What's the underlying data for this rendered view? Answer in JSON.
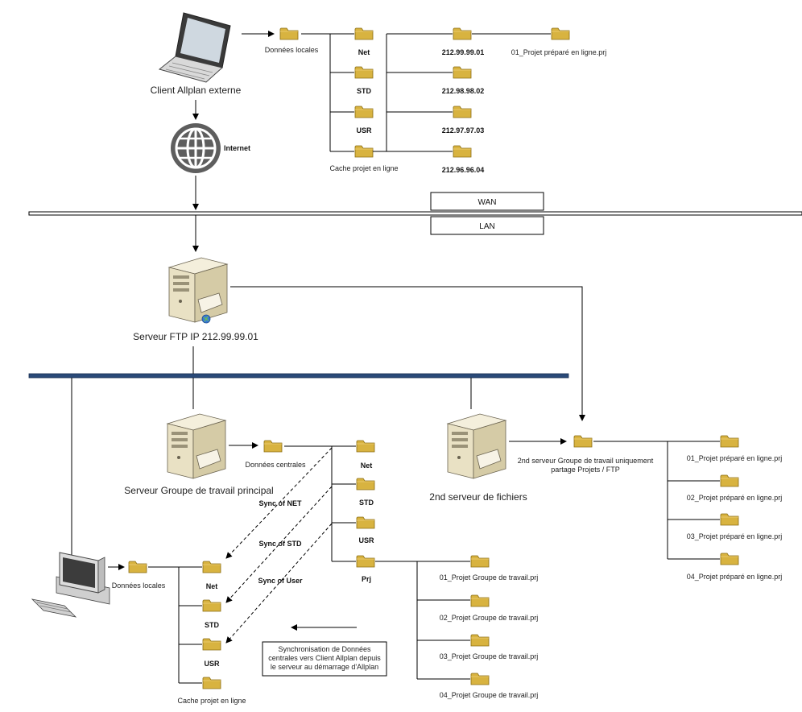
{
  "external": {
    "client_label": "Client Allplan externe",
    "internet_label": "Internet",
    "local_data": "Données locales",
    "folders": {
      "net": "Net",
      "std": "STD",
      "usr": "USR",
      "cache": "Cache projet en ligne"
    },
    "ips": [
      "212.99.99.01",
      "212.98.98.02",
      "212.97.97.03",
      "212.96.96.04"
    ],
    "prepared_project": "01_Projet préparé en ligne.prj"
  },
  "network": {
    "wan": "WAN",
    "lan": "LAN"
  },
  "ftp_server": {
    "label": "Serveur FTP IP 212.99.99.01"
  },
  "main_server": {
    "label": "Serveur Groupe de travail principal",
    "central_data": "Données centrales",
    "folders": {
      "net": "Net",
      "std": "STD",
      "usr": "USR",
      "prj": "Prj"
    },
    "projects": [
      "01_Projet Groupe de travail.prj",
      "02_Projet Groupe de travail.prj",
      "03_Projet Groupe de travail.prj",
      "04_Projet Groupe de travail.prj"
    ]
  },
  "second_server": {
    "label": "2nd serveur de fichiers",
    "share_label_line1": "2nd serveur Groupe de travail uniquement",
    "share_label_line2": "partage Projets / FTP",
    "projects": [
      "01_Projet préparé en ligne.prj",
      "02_Projet préparé en ligne.prj",
      "03_Projet préparé en ligne.prj",
      "04_Projet préparé en ligne.prj"
    ]
  },
  "local_client": {
    "local_data": "Données locales",
    "folders": {
      "net": "Net",
      "std": "STD",
      "usr": "USR",
      "cache": "Cache projet en ligne"
    },
    "sync_labels": [
      "Sync of NET",
      "Sync of STD",
      "Sync of User"
    ],
    "note_line1": "Synchronisation de Données",
    "note_line2": "centrales vers Client Allplan depuis",
    "note_line3": "le serveur au démarrage d'Allplan"
  },
  "colors": {
    "folder_fill": "#d8b340",
    "folder_stroke": "#8a6d12",
    "lan_bus": "#2a4a78",
    "server_body": "#ece5cc"
  }
}
